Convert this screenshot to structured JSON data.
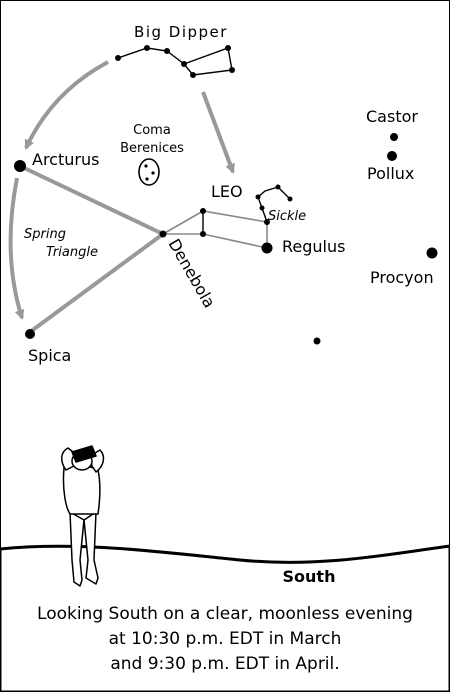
{
  "constellations": {
    "big_dipper": "Big Dipper",
    "coma_line1": "Coma",
    "coma_line2": "Berenices",
    "leo": "LEO",
    "sickle": "Sickle",
    "spring_triangle_line1": "Spring",
    "spring_triangle_line2": "Triangle"
  },
  "stars": {
    "arcturus": "Arcturus",
    "spica": "Spica",
    "denebola": "Denebola",
    "regulus": "Regulus",
    "castor": "Castor",
    "pollux": "Pollux",
    "procyon": "Procyon"
  },
  "horizon": {
    "direction": "South"
  },
  "caption": {
    "line1": "Looking South on a clear, moonless evening",
    "line2": "at 10:30 p.m. EDT in March",
    "line3": "and 9:30 p.m. EDT in April."
  },
  "colors": {
    "stars": "#000000",
    "pointer_arrows": "#999999",
    "triangle_lines": "#999999"
  }
}
